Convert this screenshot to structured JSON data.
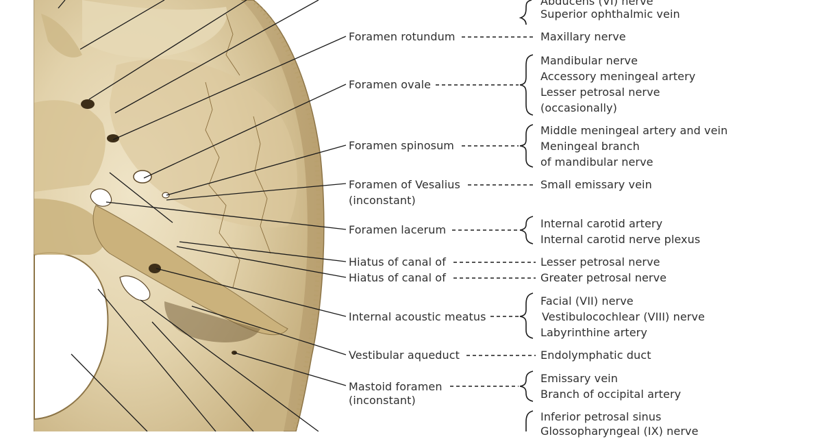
{
  "figure": {
    "structures": [
      {
        "id": "abducens-group",
        "right": [
          "Abducens (VI) nerve",
          "Superior ophthalmic vein"
        ]
      },
      {
        "id": "foramen-rotundum",
        "left": [
          "Foramen rotundum"
        ],
        "right": [
          "Maxillary nerve"
        ]
      },
      {
        "id": "foramen-ovale",
        "left": [
          "Foramen ovale"
        ],
        "right": [
          "Mandibular nerve",
          "Accessory meningeal artery",
          "Lesser petrosal nerve",
          "(occasionally)"
        ]
      },
      {
        "id": "foramen-spinosum",
        "left": [
          "Foramen spinosum"
        ],
        "right": [
          "Middle meningeal artery and vein",
          "Meningeal branch",
          "of mandibular nerve"
        ]
      },
      {
        "id": "foramen-of-vesalius",
        "left": [
          "Foramen of Vesalius",
          "(inconstant)"
        ],
        "right": [
          "Small emissary vein"
        ]
      },
      {
        "id": "foramen-lacerum",
        "left": [
          "Foramen lacerum"
        ],
        "right": [
          "Internal carotid artery",
          "Internal carotid nerve plexus"
        ]
      },
      {
        "id": "hiatus-lesser",
        "left": [
          "Hiatus of canal of"
        ],
        "right": [
          "Lesser petrosal nerve"
        ]
      },
      {
        "id": "hiatus-greater",
        "left": [
          "Hiatus of canal of"
        ],
        "right": [
          "Greater petrosal nerve"
        ]
      },
      {
        "id": "internal-acoustic-meatus",
        "left": [
          "Internal acoustic meatus"
        ],
        "right": [
          "Facial (VII) nerve",
          "Vestibulocochlear (VIII) nerve",
          "Labyrinthine artery"
        ]
      },
      {
        "id": "vestibular-aqueduct",
        "left": [
          "Vestibular aqueduct"
        ],
        "right": [
          "Endolymphatic duct"
        ]
      },
      {
        "id": "mastoid-foramen",
        "left": [
          "Mastoid foramen",
          "(inconstant)"
        ],
        "right": [
          "Emissary vein",
          "Branch of occipital artery"
        ]
      },
      {
        "id": "jugular-group",
        "right": [
          "Inferior petrosal sinus",
          "Glossopharyngeal (IX) nerve"
        ]
      }
    ],
    "colors": {
      "bone_light": "#e9dcbc",
      "bone_mid": "#d8c59a",
      "bone_dark": "#a88f5e",
      "shadow": "#6b5632",
      "leader": "#1a1a1a",
      "text": "#2f2f2f"
    }
  }
}
